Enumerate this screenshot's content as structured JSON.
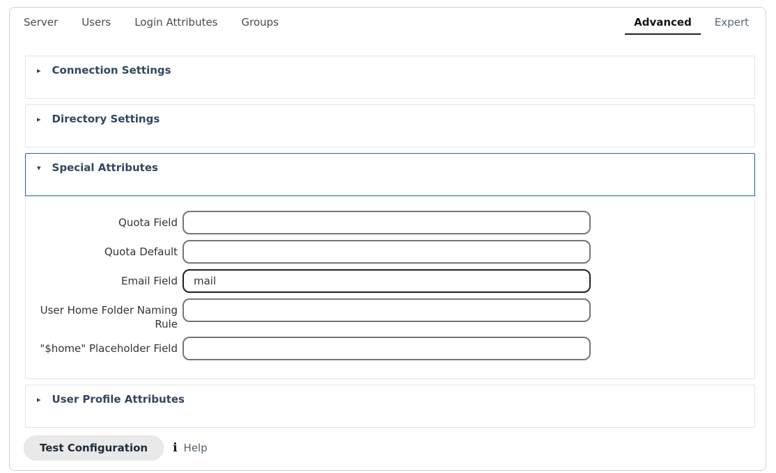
{
  "tabbar": {
    "left_tabs": [
      {
        "label": "Server"
      },
      {
        "label": "Users"
      },
      {
        "label": "Login Attributes"
      },
      {
        "label": "Groups"
      }
    ],
    "right_tabs": [
      {
        "label": "Advanced",
        "active": true
      },
      {
        "label": "Expert",
        "active": false
      }
    ]
  },
  "icons": {
    "caret_collapsed": "▸",
    "caret_expanded": "▾",
    "info": "i"
  },
  "sections": [
    {
      "title": "Connection Settings",
      "expanded": false
    },
    {
      "title": "Directory Settings",
      "expanded": false
    },
    {
      "title": "Special Attributes",
      "expanded": true
    },
    {
      "title": "User Profile Attributes",
      "expanded": false
    }
  ],
  "special_attributes_form": {
    "fields": [
      {
        "label": "Quota Field",
        "value": ""
      },
      {
        "label": "Quota Default",
        "value": ""
      },
      {
        "label": "Email Field",
        "value": "mail"
      },
      {
        "label": "User Home Folder Naming Rule",
        "value": ""
      },
      {
        "label": "\"$home\" Placeholder Field",
        "value": ""
      }
    ]
  },
  "footer": {
    "test_button_label": "Test Configuration",
    "help_label": "Help"
  },
  "colors": {
    "accent_blue_border": "#17679a",
    "section_title": "#32475e",
    "section_border": "#e4e4e4",
    "active_tab_underline": "#1f1f1f",
    "input_border": "#757575",
    "input_border_filled": "#1f1f1f",
    "button_background": "#e9e9e9"
  }
}
